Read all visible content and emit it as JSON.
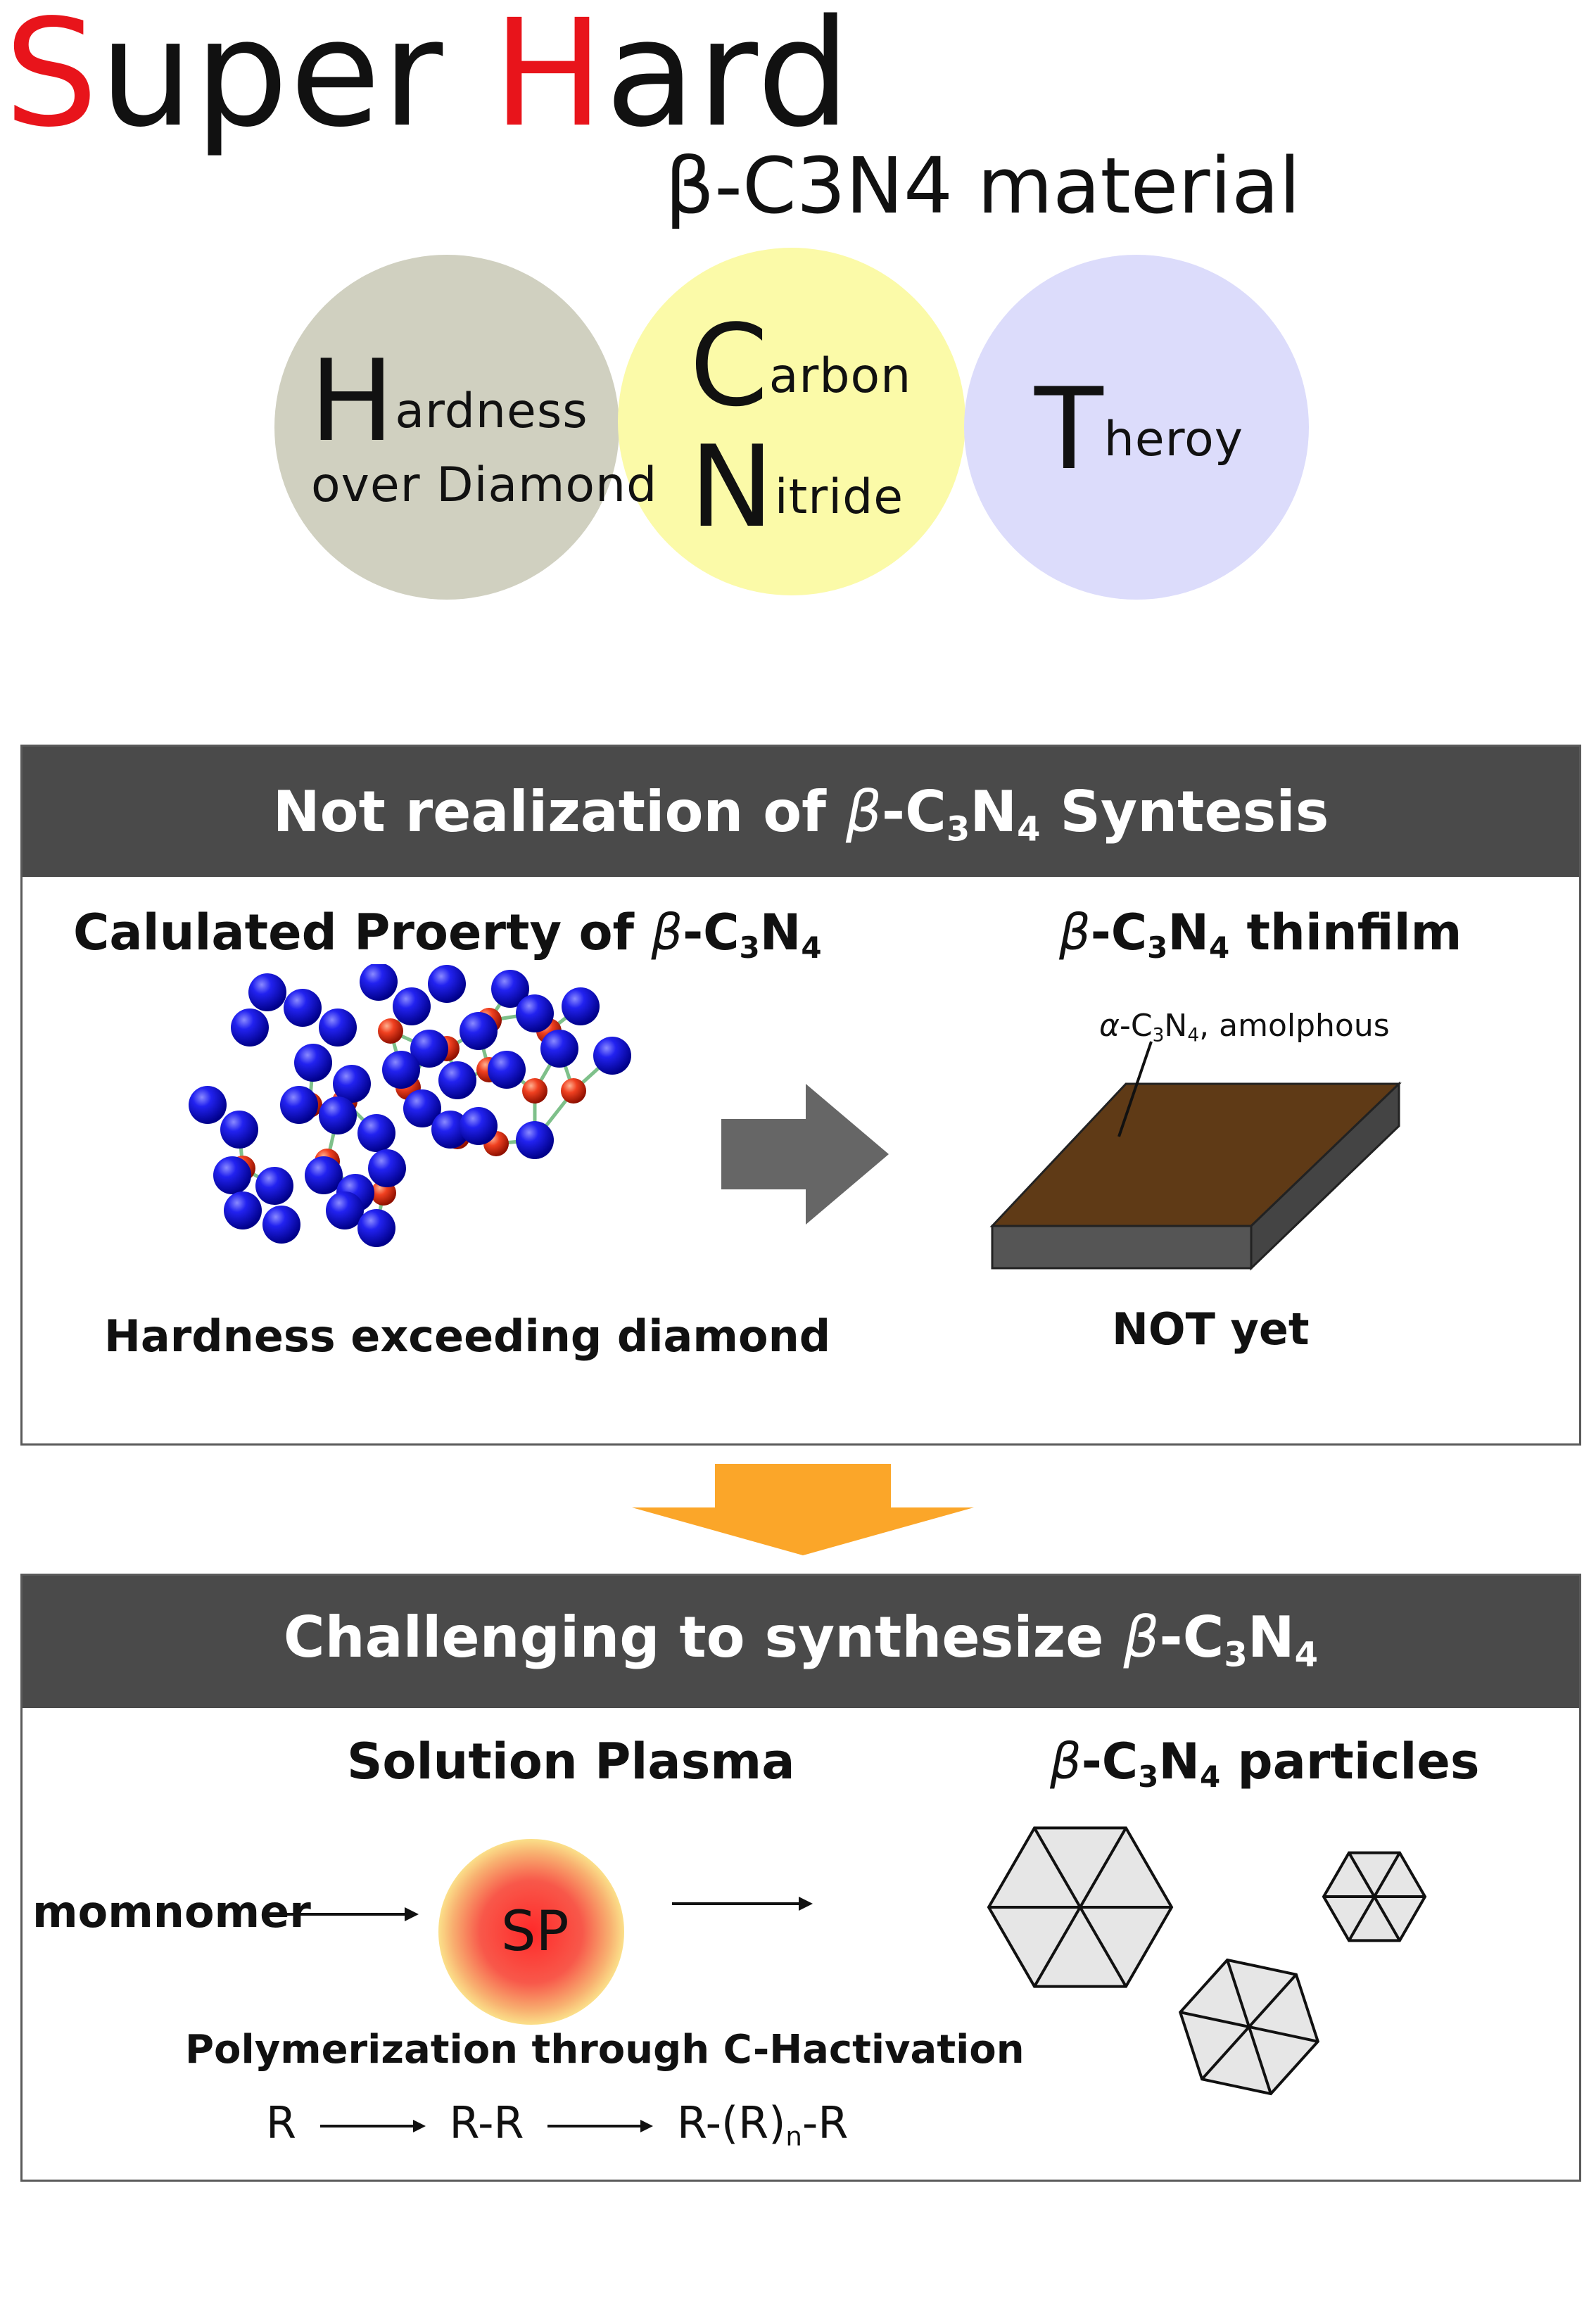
{
  "header": {
    "title_S": "S",
    "title_uper": "uper ",
    "title_H": "H",
    "title_ard": "ard",
    "subtitle": "β-C3N4 material"
  },
  "circles": {
    "hardness": {
      "initial": "H",
      "rest": "ardness",
      "line2": "over Diamond",
      "color": "#d0d0c0"
    },
    "carbon_nitride": {
      "initial1": "C",
      "rest1": "arbon",
      "initial2": "N",
      "rest2": "itride",
      "color": "#fbfaa8"
    },
    "theory": {
      "initial": "T",
      "rest": "heroy",
      "color": "#dcdcfb"
    }
  },
  "panel1": {
    "heading_prefix": "Not realization of ",
    "heading_beta": "β",
    "heading_c": "-C",
    "heading_sub3": "3",
    "heading_n": "N",
    "heading_sub4": "4",
    "heading_suffix": " Syntesis",
    "left_title_prefix": "Calulated Proerty of ",
    "left_title_beta": "β",
    "left_title_c": "-C",
    "left_title_sub3": "3",
    "left_title_n": "N",
    "left_title_sub4": "4",
    "left_caption": "Hardness exceeding diamond",
    "right_title_beta": "β",
    "right_title_c": "-C",
    "right_title_sub3": "3",
    "right_title_n": "N",
    "right_title_sub4": "4",
    "right_title_suffix": " thinfilm",
    "film_label_alpha": "α",
    "film_label_c": "-C",
    "film_label_sub3": "3",
    "film_label_n": "N",
    "film_label_sub4": "4",
    "film_label_suffix": ", amolphous",
    "right_caption": "NOT yet"
  },
  "panel2": {
    "heading_prefix": "Challenging to synthesize ",
    "heading_beta": "β",
    "heading_c": "-C",
    "heading_sub3": "3",
    "heading_n": "N",
    "heading_sub4": "4",
    "left_title": "Solution Plasma",
    "monomer_label": "momnomer",
    "sp_label": "SP",
    "polymerization": "Polymerization through C-Hactivation",
    "eq_r1": "R",
    "eq_rr": "R-R",
    "eq_r3a": "R-(R)",
    "eq_r3_sub": "n",
    "eq_r3b": "-R",
    "right_title_beta": "β",
    "right_title_c": "-C",
    "right_title_sub3": "3",
    "right_title_n": "N",
    "right_title_sub4": "4",
    "right_title_suffix": " particles"
  },
  "colors": {
    "title_accent": "#e8141b",
    "panel_header": "#4a4a4a",
    "arrow_down": "#fba629",
    "arrow_right": "#666666",
    "film_top": "#5f3a16",
    "film_side": "#555555",
    "atom_carbon": "#1414e0",
    "atom_nitrogen": "#e8341c"
  }
}
